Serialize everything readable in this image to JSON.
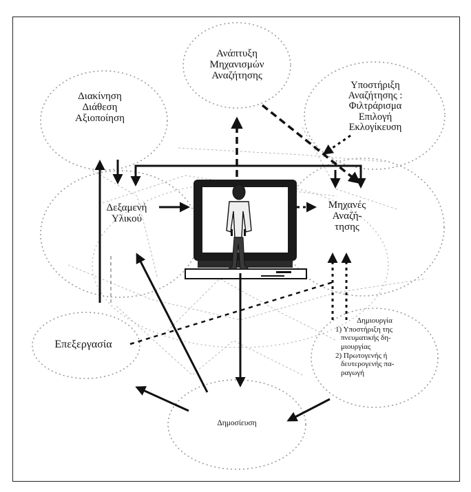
{
  "nodes": {
    "search_mechanisms": {
      "lines": [
        "Ανάπτυξη",
        "Μηχανισμών",
        "Αναζήτησης"
      ]
    },
    "distribution": {
      "lines": [
        "Διακίνηση",
        "Διάθεση",
        "Αξιοποίηση"
      ]
    },
    "search_support": {
      "lines": [
        "Υποστήριξη",
        "Αναζήτησης :",
        "Φιλτράρισμα",
        "Επιλογή",
        "Εκλογίκευση"
      ]
    },
    "reservoir": {
      "lines": [
        "Δεξαμενή",
        "Υλικού"
      ]
    },
    "search_engines": {
      "lines": [
        "Μηχανές",
        "Αναζή-",
        "τησης"
      ]
    },
    "processing": {
      "lines": [
        "Επεξεργασία"
      ]
    },
    "creation": {
      "lines": [
        "Δημιουργία",
        "1) Υποστήριξη της",
        "πνευματικής δη-",
        "μιουργίας",
        "2) Πρωτογενής ή",
        "δευτερογενής πα-",
        "ραγωγή"
      ]
    },
    "publication": {
      "lines": [
        "Δημοσίευση"
      ]
    }
  }
}
